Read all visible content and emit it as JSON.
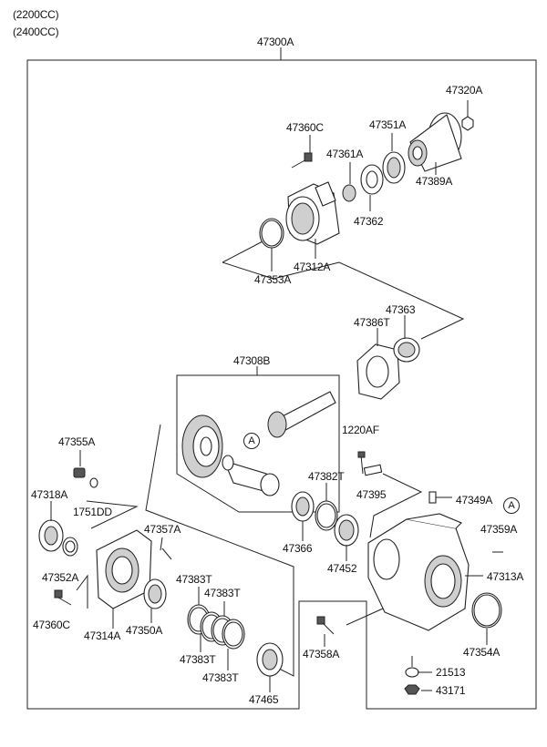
{
  "header": {
    "variant_1": "(2200CC)",
    "variant_2": "(2400CC)"
  },
  "assembly_label": "47300A",
  "callout_label": "A",
  "parts": {
    "p47320A": "47320A",
    "p47360C_top": "47360C",
    "p47351A": "47351A",
    "p47361A": "47361A",
    "p47389A": "47389A",
    "p47362": "47362",
    "p47312A": "47312A",
    "p47353A": "47353A",
    "p47363": "47363",
    "p47386T": "47386T",
    "p47308B": "47308B",
    "p1220AF": "1220AF",
    "p47355A": "47355A",
    "p47382T": "47382T",
    "p47395": "47395",
    "p47318A": "47318A",
    "p1751DD": "1751DD",
    "p47349A": "47349A",
    "p47357A": "47357A",
    "p47359A": "47359A",
    "p47366": "47366",
    "p47452": "47452",
    "p47313A": "47313A",
    "p47352A": "47352A",
    "p47383T_1": "47383T",
    "p47383T_2": "47383T",
    "p47360C_bottom": "47360C",
    "p47314A": "47314A",
    "p47350A": "47350A",
    "p47354A": "47354A",
    "p47358A": "47358A",
    "p47383T_3": "47383T",
    "p47383T_4": "47383T",
    "p21513": "21513",
    "p47465": "47465",
    "p43171": "43171"
  }
}
